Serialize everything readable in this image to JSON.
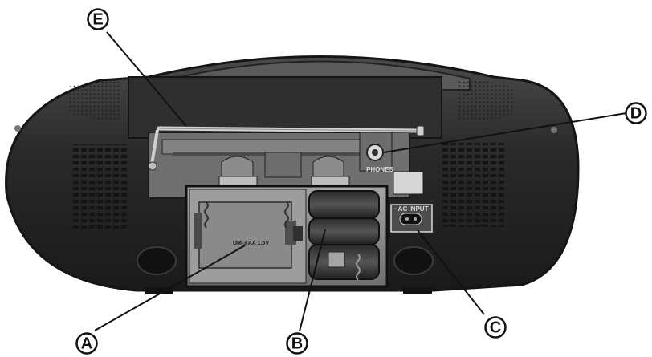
{
  "callouts": {
    "a": "A",
    "b": "B",
    "c": "C",
    "d": "D",
    "e": "E"
  },
  "panel_labels": {
    "phones": "PHONES",
    "ac_input": "~AC INPUT",
    "battery_note": "UM-3 AA 1.5V"
  },
  "colors": {
    "background": "#ffffff",
    "body_dark": "#232323",
    "body_mid": "#3a3a3a",
    "compartment": "#8f8f8f",
    "metal": "#b7b7b7",
    "line": "#111111"
  }
}
